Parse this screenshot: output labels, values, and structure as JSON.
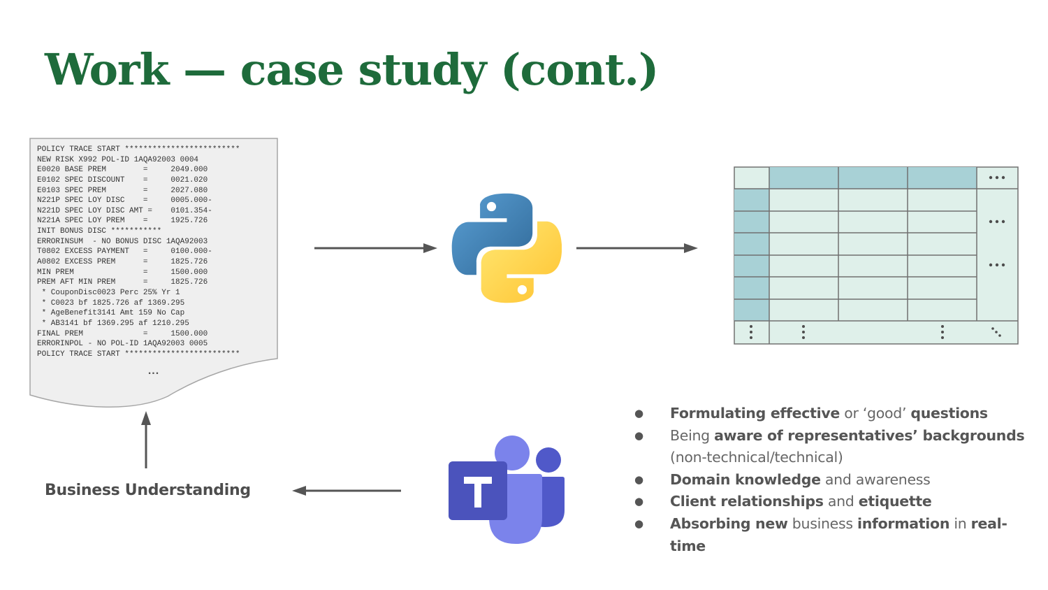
{
  "slide": {
    "title": "Work — case study (cont.)",
    "title_color": "#1e6b3b"
  },
  "trace": {
    "lines": [
      "POLICY TRACE START *************************",
      "NEW RISK X992 POL-ID 1AQA92003 0004",
      "E0020 BASE PREM        =     2049.000",
      "E0102 SPEC DISCOUNT    =     0021.020",
      "E0103 SPEC PREM        =     2027.080",
      "N221P SPEC LOY DISC    =     0005.000-",
      "N221D SPEC LOY DISC AMT =    0101.354-",
      "N221A SPEC LOY PREM    =     1925.726",
      "INIT BONUS DISC ***********",
      "ERRORINSUM  - NO BONUS DISC 1AQA92003",
      "T0802 EXCESS PAYMENT   =     0100.000-",
      "A0802 EXCESS PREM      =     1825.726",
      "MIN PREM               =     1500.000",
      "PREM AFT MIN PREM      =     1825.726",
      " * CouponDisc0023 Perc 25% Yr 1",
      " * C0023 bf 1825.726 af 1369.295",
      " * AgeBenefit3141 Amt 159 No Cap",
      " * AB3141 bf 1369.295 af 1210.295",
      "FINAL PREM             =     1500.000",
      "ERRORINPOL - NO POL-ID 1AQA92003 0005",
      "POLICY TRACE START *************************"
    ],
    "ellipsis": "..."
  },
  "icons": {
    "python": "python-logo-icon",
    "teams": "microsoft-teams-logo-icon",
    "spreadsheet": "spreadsheet-grid-icon"
  },
  "colors": {
    "python_blue": "#3a77ae",
    "python_yellow": "#ffd43b",
    "teams_purple": "#5059c9",
    "teams_light": "#7b83eb",
    "grid_header": "#a8d1d6",
    "grid_body": "#dff0ea",
    "arrow": "#555555"
  },
  "business_understanding": "Business Understanding",
  "bullets": [
    [
      {
        "t": "Formulating effective",
        "b": true
      },
      {
        "t": " or ‘good’ ",
        "b": false
      },
      {
        "t": "questions",
        "b": true
      }
    ],
    [
      {
        "t": "Being ",
        "b": false
      },
      {
        "t": "aware of representatives’ backgrounds",
        "b": true
      },
      {
        "t": " (non-technical/technical)",
        "b": false
      }
    ],
    [
      {
        "t": "Domain knowledge",
        "b": true
      },
      {
        "t": " and awareness",
        "b": false
      }
    ],
    [
      {
        "t": "Client relationships",
        "b": true
      },
      {
        "t": " and ",
        "b": false
      },
      {
        "t": "etiquette",
        "b": true
      }
    ],
    [
      {
        "t": "Absorbing new",
        "b": true
      },
      {
        "t": " business ",
        "b": false
      },
      {
        "t": "information",
        "b": true
      },
      {
        "t": " in ",
        "b": false
      },
      {
        "t": "real-time",
        "b": true
      }
    ]
  ]
}
